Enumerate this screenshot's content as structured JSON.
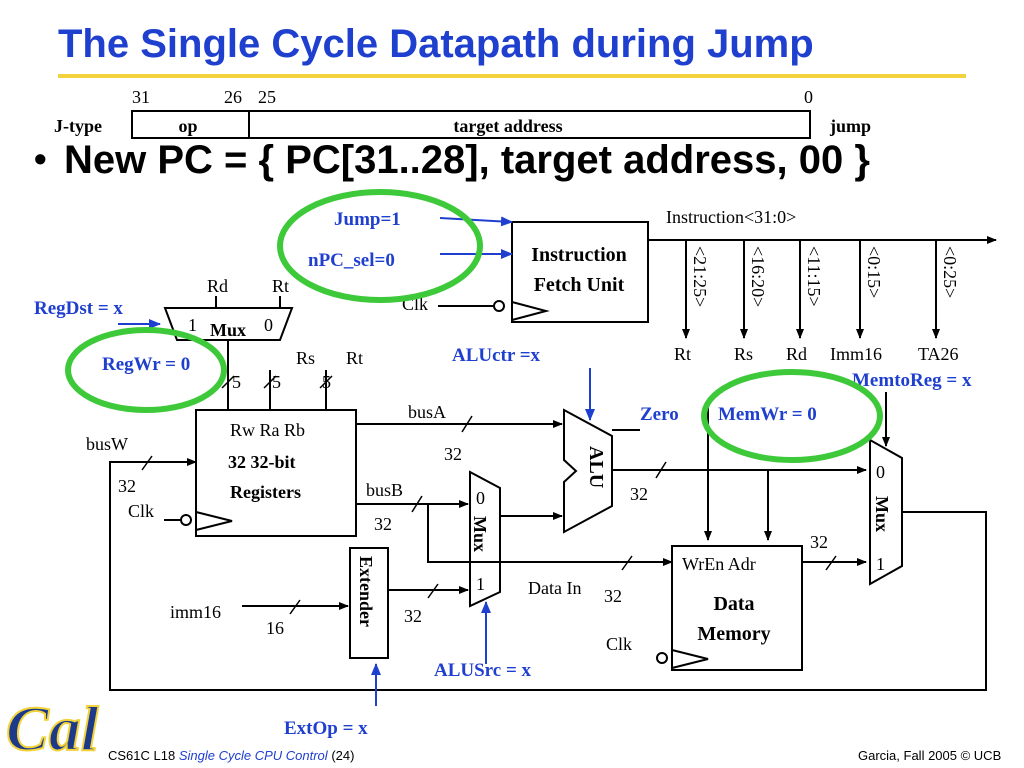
{
  "slide": {
    "title": "The Single Cycle Datapath during Jump",
    "bullet": "New PC = { PC[31..28], target address, 00 }"
  },
  "jtype": {
    "format_name": "J-type",
    "bit_31": "31",
    "bit_26": "26",
    "bit_25": "25",
    "bit_0": "0",
    "field_op": "op",
    "field_target": "target address",
    "opname": "jump"
  },
  "signals": {
    "jump": "Jump=1",
    "npc_sel": "nPC_sel=0",
    "regdst": "RegDst = x",
    "regwr": "RegWr = 0",
    "aluctr": "ALUctr =x",
    "memtoreg": "MemtoReg = x",
    "memwr": "MemWr = 0",
    "alusrc": "ALUSrc = x",
    "extop": "ExtOp = x",
    "zero": "Zero"
  },
  "ifu": {
    "line1": "Instruction",
    "line2": "Fetch Unit",
    "instruction_bus": "Instruction<31:0>",
    "fields": [
      "<21:25>",
      "<16:20>",
      "<11:15>",
      "<0:15>",
      "<0:25>"
    ],
    "field_names": [
      "Rt",
      "Rs",
      "Rd",
      "Imm16",
      "TA26"
    ]
  },
  "regfile": {
    "ports": "Rw  Ra  Rb",
    "line1": "32 32-bit",
    "line2": "Registers",
    "rs": "Rs",
    "rt": "Rt"
  },
  "regdst_mux": {
    "rd": "Rd",
    "rt": "Rt",
    "in1": "1",
    "in0": "0",
    "label": "Mux"
  },
  "buses": {
    "busA": "busA",
    "busB": "busB",
    "busW": "busW",
    "imm16": "imm16",
    "data_in": "Data In"
  },
  "widths": {
    "five": "5",
    "thirty_two": "32",
    "sixteen": "16"
  },
  "alusrc_mux": {
    "in0": "0",
    "in1": "1",
    "label": "Mux"
  },
  "alu": {
    "label": "ALU"
  },
  "extender": {
    "label": "Extender"
  },
  "datamem": {
    "ports": "WrEn Adr",
    "line1": "Data",
    "line2": "Memory"
  },
  "memtoreg_mux": {
    "in0": "0",
    "in1": "1",
    "label": "Mux"
  },
  "clk": "Clk",
  "footer": {
    "course": "CS61C L18",
    "topic": "Single Cycle CPU Control",
    "page": "(24)",
    "credit": "Garcia, Fall 2005 © UCB",
    "logo_text": "Cal"
  },
  "colors": {
    "title_blue": "#1f3fcf",
    "signal_blue": "#1f3fcf",
    "highlight_green": "#3ec93a",
    "rule_yellow": "#f2d33c"
  }
}
